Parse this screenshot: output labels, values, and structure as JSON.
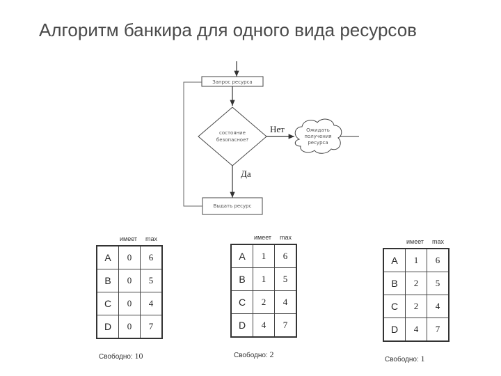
{
  "title": "Алгоритм банкира для одного вида ресурсов",
  "flowchart": {
    "request_box": "Запрос ресурса",
    "decision_line1": "состояние",
    "decision_line2": "безопасное?",
    "no_label": "Нет",
    "yes_label": "Да",
    "wait_line1": "Ожидать",
    "wait_line2": "получения",
    "wait_line3": "ресурса",
    "grant_box": "Выдать ресурс"
  },
  "tables": [
    {
      "col_has": "имеет",
      "col_max": "max",
      "rows": [
        {
          "label": "A",
          "has": "0",
          "max": "6"
        },
        {
          "label": "B",
          "has": "0",
          "max": "5"
        },
        {
          "label": "C",
          "has": "0",
          "max": "4"
        },
        {
          "label": "D",
          "has": "0",
          "max": "7"
        }
      ],
      "free_label": "Свободно:",
      "free_value": "10"
    },
    {
      "col_has": "имеет",
      "col_max": "max",
      "rows": [
        {
          "label": "A",
          "has": "1",
          "max": "6"
        },
        {
          "label": "B",
          "has": "1",
          "max": "5"
        },
        {
          "label": "C",
          "has": "2",
          "max": "4"
        },
        {
          "label": "D",
          "has": "4",
          "max": "7"
        }
      ],
      "free_label": "Свободно:",
      "free_value": "2"
    },
    {
      "col_has": "имеет",
      "col_max": "max",
      "rows": [
        {
          "label": "A",
          "has": "1",
          "max": "6"
        },
        {
          "label": "B",
          "has": "2",
          "max": "5"
        },
        {
          "label": "C",
          "has": "2",
          "max": "4"
        },
        {
          "label": "D",
          "has": "4",
          "max": "7"
        }
      ],
      "free_label": "Свободно:",
      "free_value": "1"
    }
  ]
}
